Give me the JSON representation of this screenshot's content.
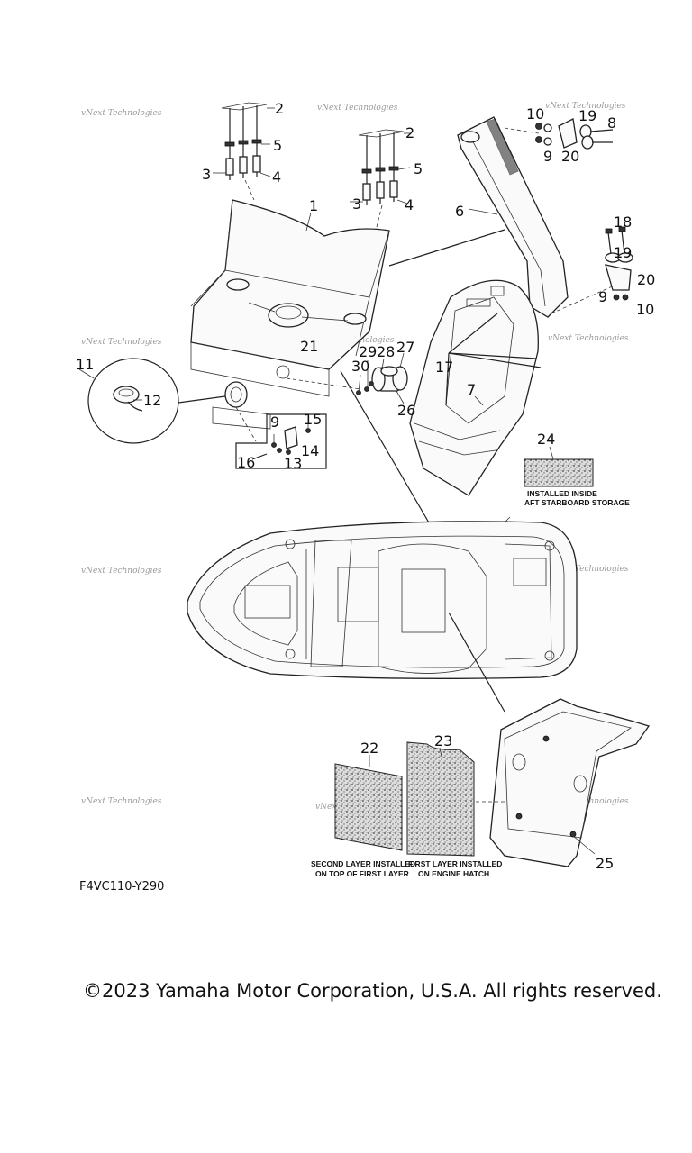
{
  "diagram_code": "F4VC110-Y290",
  "copyright": "©2023 Yamaha Motor Corporation, U.S.A. All rights reserved.",
  "watermark": "vNext Technologies",
  "callouts": {
    "c1": "1",
    "c2a": "2",
    "c2b": "2",
    "c3a": "3",
    "c3b": "3",
    "c4a": "4",
    "c4b": "4",
    "c5a": "5",
    "c5b": "5",
    "c6": "6",
    "c7": "7",
    "c8": "8",
    "c9a": "9",
    "c9b": "9",
    "c9c": "9",
    "c10a": "10",
    "c10b": "10",
    "c11": "11",
    "c12": "12",
    "c13": "13",
    "c14": "14",
    "c15": "15",
    "c16": "16",
    "c17": "17",
    "c18": "18",
    "c19a": "19",
    "c19b": "19",
    "c20a": "20",
    "c20b": "20",
    "c21": "21",
    "c22": "22",
    "c23": "23",
    "c24": "24",
    "c25": "25",
    "c26": "26",
    "c27": "27",
    "c28": "28",
    "c29": "29",
    "c30": "30"
  },
  "notes": {
    "n24_line1": "INSTALLED INSIDE",
    "n24_line2": "AFT STARBOARD STORAGE",
    "n22_line1": "SECOND LAYER INSTALLED",
    "n22_line2": "ON TOP OF FIRST LAYER",
    "n23_line1": "FIRST LAYER INSTALLED",
    "n23_line2": "ON ENGINE HATCH"
  }
}
